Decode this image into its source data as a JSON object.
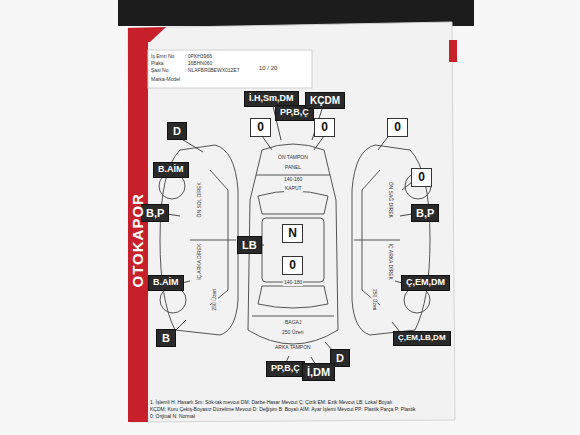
{
  "diagram": {
    "nodes": [
      {
        "text": [
          "İ.H,Sm,DM"
        ]
      },
      {
        "text": [
          "PP,B,Ç"
        ]
      },
      {
        "text": [
          "KÇDM"
        ]
      },
      {
        "text": [
          "D"
        ]
      },
      {
        "text": [
          "0"
        ]
      },
      {
        "text": [
          "0"
        ]
      },
      {
        "text": [
          "0"
        ]
      },
      {
        "text": [
          "B.AİM"
        ]
      },
      {
        "text": [
          "0"
        ]
      },
      {
        "text": [
          "B,P"
        ]
      },
      {
        "text": [
          "B,P"
        ]
      },
      {
        "text": [
          "LB"
        ]
      },
      {
        "text": [
          "N"
        ]
      },
      {
        "text": [
          "0"
        ]
      },
      {
        "text": [
          "B.AİM"
        ]
      },
      {
        "text": [
          "Ç,EM,DM"
        ]
      },
      {
        "text": [
          "B"
        ]
      },
      {
        "text": [
          "Ç,EM,LB,DM"
        ]
      },
      {
        "text": [
          "D"
        ]
      },
      {
        "text": [
          "PP,B,Ç"
        ]
      },
      {
        "text": [
          "İ,DM"
        ]
      }
    ],
    "labels": [
      "OTOKAPOR",
      "İş Emri No",
      "Plaka",
      "Şasi No",
      "Marka-Model",
      "10 / 20",
      "ÖN TAMPON",
      "PANEL",
      "140-160",
      "KAPUT",
      "140-180",
      "BAGAJ",
      "250 Üzeri",
      "ARKA TAMPON",
      "ÖN SOL DİREK",
      "İÇ ARKA DİREK",
      "250 Üzeri",
      "ÖN SAĞ DİREK",
      "İÇ ARKA DİREK",
      "250 Üzeri",
      "1. İşlemli H: Hasarlı Sm: Sök-tak mevcut DM: Darbe-Hasar Mevcut Ç: Çizik EM: Ezik Mevcut LB: Lokal Boyalı",
      "KÇDM: Kuru Çekiş-Boyasız Düzeltme Mevcut D: Değişim B: Boyalı AİM: Ayar İşlemi Mevcut PP: Plastik Parça P: Plastik",
      "0: Orijinal N: Normal",
      ": 0PKH3966",
      ": 16BHN060",
      ": NLAFBR0BEWX012E7"
    ]
  }
}
